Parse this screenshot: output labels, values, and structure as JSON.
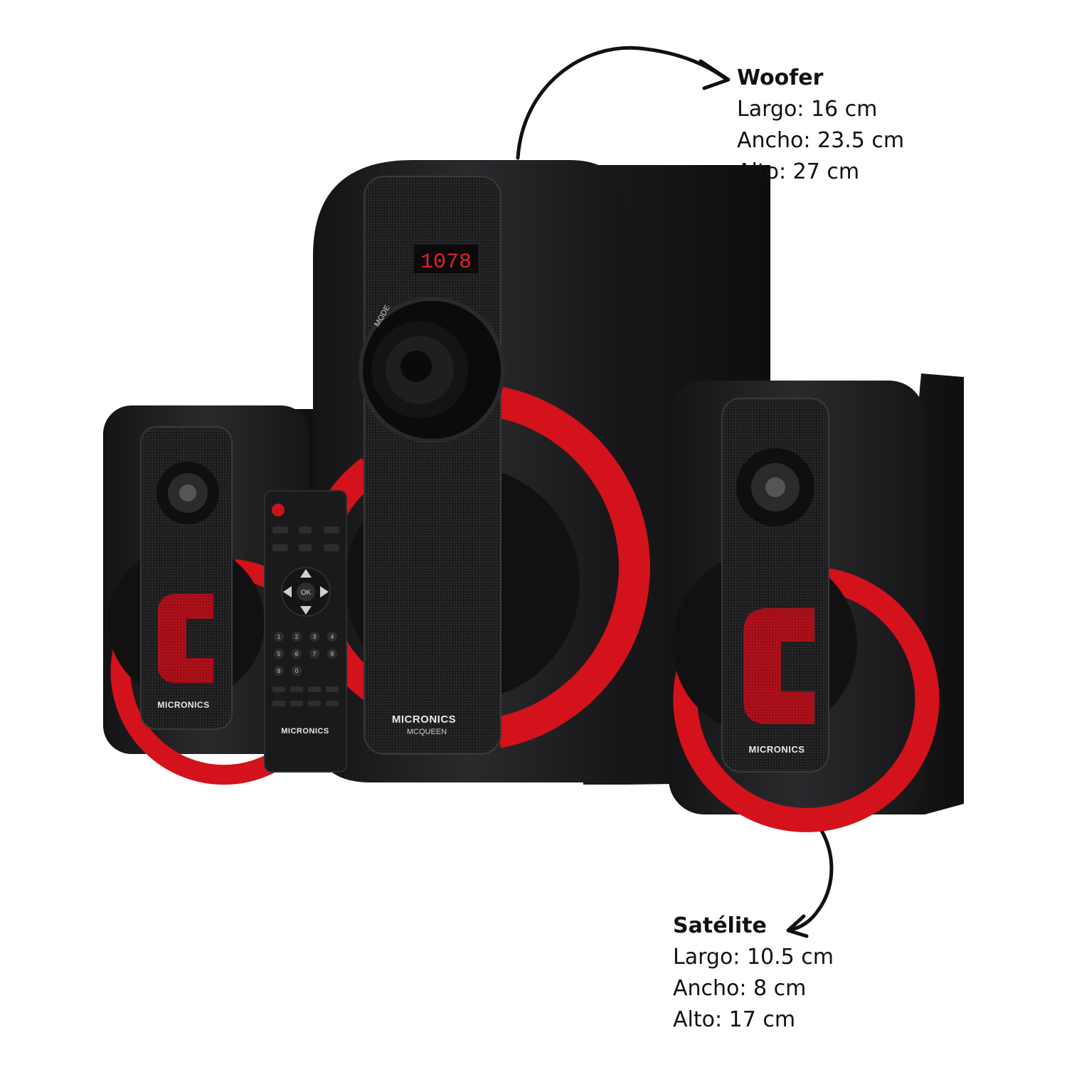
{
  "woofer": {
    "title": "Woofer",
    "largo": "Largo: 16 cm",
    "ancho": "Ancho: 23.5 cm",
    "alto": "Alto: 27 cm",
    "display": "1078",
    "mode_label": "MODE",
    "brand": "MICRONICS",
    "model": "MCQUEEN"
  },
  "satellite": {
    "title": "Satélite",
    "largo": "Largo: 10.5 cm",
    "ancho": "Ancho: 8 cm",
    "alto": "Alto: 17 cm",
    "brand_left": "MICRONICS",
    "brand_right": "MICRONICS"
  },
  "remote": {
    "brand": "MICRONICS",
    "ok": "OK",
    "digits": [
      "1",
      "2",
      "3",
      "4",
      "5",
      "6",
      "7",
      "8",
      "9",
      "0"
    ]
  },
  "colors": {
    "speaker_body": "#1b1b1d",
    "accent_red": "#e0141e",
    "text": "#111111"
  }
}
